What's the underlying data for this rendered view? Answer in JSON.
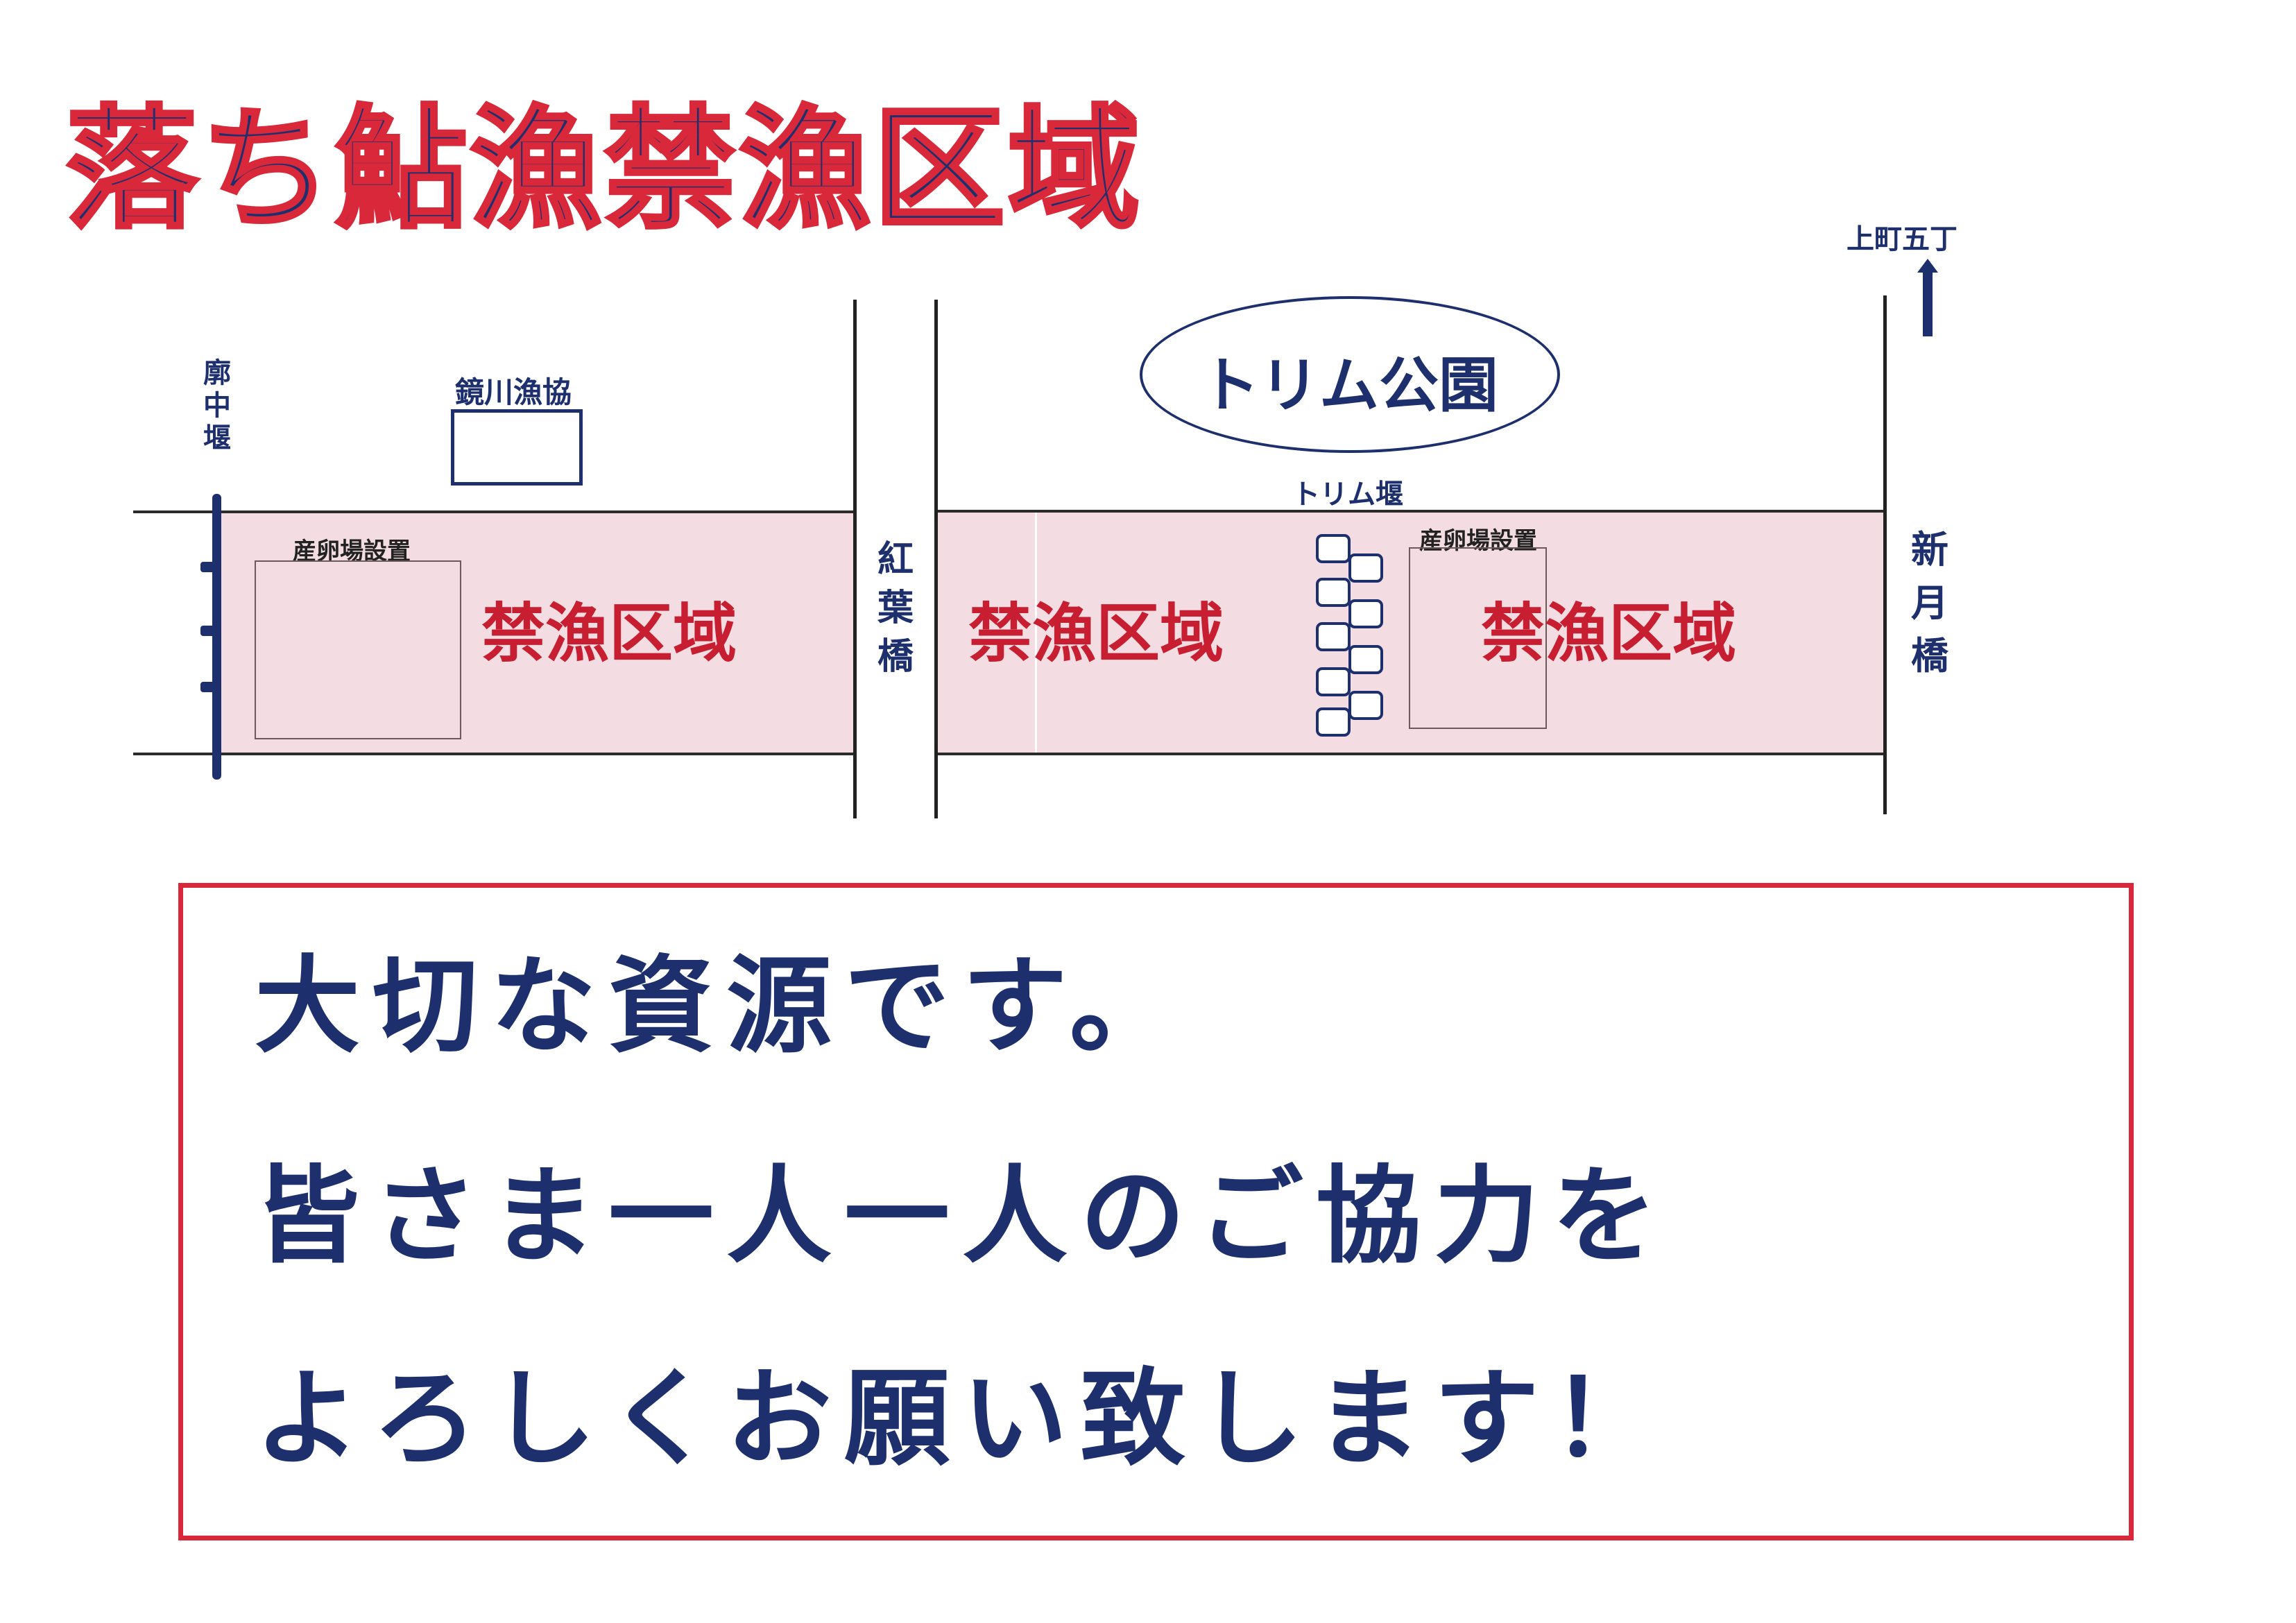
{
  "title": "落ち鮎漁禁漁区域",
  "landmarks": {
    "kanaka_weir": [
      "廓",
      "中",
      "堰"
    ],
    "kagamigawa_coop": "鏡川漁協",
    "trim_park": "トリム公園",
    "trim_weir": "トリム堰",
    "momiji_bridge": [
      "紅",
      "葉",
      "橋"
    ],
    "shingetsu_bridge": [
      "新",
      "月",
      "橋"
    ],
    "kamimachi": "上町五丁"
  },
  "zones": {
    "label": "禁漁区域",
    "spawning_label": "産卵場設置"
  },
  "notice": {
    "line1": "大切な資源です。",
    "line2": "皆さま一人一人のご協力を",
    "line3": "よろしくお願い致します！"
  },
  "colors": {
    "title_fill": "#1e2f6e",
    "title_outline": "#d8283a",
    "zone_fill": "#f3dde2",
    "zone_text": "#c81e32",
    "navy": "#1e2f6e",
    "notice_border": "#d8283a"
  },
  "icons": {
    "north_arrow": "up-arrow-icon"
  }
}
